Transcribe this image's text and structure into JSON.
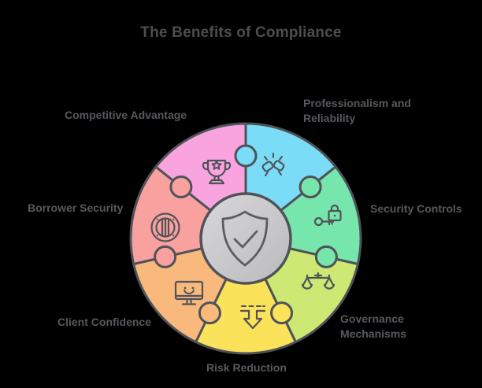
{
  "title": "The Benefits of Compliance",
  "colors": {
    "background": "#000000",
    "stroke": "#4F5358",
    "label_text": "#56595D",
    "title_text": "#4B4D50",
    "center_fill_light": "#D7D7D9",
    "center_fill_dark": "#BBBBBD"
  },
  "center": {
    "icon": "shield-check-icon"
  },
  "segments": [
    {
      "label": "Professionalism and Reliability",
      "color": "#7ADCF6",
      "icon": "fist-bump-icon"
    },
    {
      "label": "Security Controls",
      "color": "#77E6AC",
      "icon": "lock-key-icon"
    },
    {
      "label": "Governance Mechanisms",
      "color": "#CDE873",
      "icon": "scales-icon"
    },
    {
      "label": "Risk Reduction",
      "color": "#FBE25B",
      "icon": "reduce-arrow-icon"
    },
    {
      "label": "Client Confidence",
      "color": "#FAB97C",
      "icon": "monitor-smile-icon"
    },
    {
      "label": "Borrower Security",
      "color": "#F9A19F",
      "icon": "coin-icon"
    },
    {
      "label": "Competitive Advantage",
      "color": "#F9A3DF",
      "icon": "trophy-icon"
    }
  ]
}
